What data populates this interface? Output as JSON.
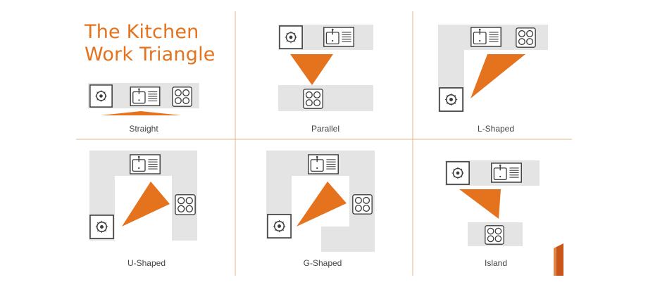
{
  "title": {
    "line1": "The Kitchen",
    "line2": "Work Triangle"
  },
  "layouts": [
    {
      "key": "straight",
      "caption": "Straight"
    },
    {
      "key": "parallel",
      "caption": "Parallel"
    },
    {
      "key": "l-shaped",
      "caption": "L-Shaped"
    },
    {
      "key": "u-shaped",
      "caption": "U-Shaped"
    },
    {
      "key": "g-shaped",
      "caption": "G-Shaped"
    },
    {
      "key": "island",
      "caption": "Island"
    }
  ],
  "colors": {
    "accent": "#e5721c",
    "counter": "#e4e4e4",
    "divider": "#e3b98c",
    "appliance_stroke": "#3c3c3c",
    "brand_mark": "#c8561a"
  },
  "icons": [
    "fridge-icon",
    "sink-icon",
    "stove-icon",
    "work-triangle-icon",
    "brand-logo-icon"
  ]
}
